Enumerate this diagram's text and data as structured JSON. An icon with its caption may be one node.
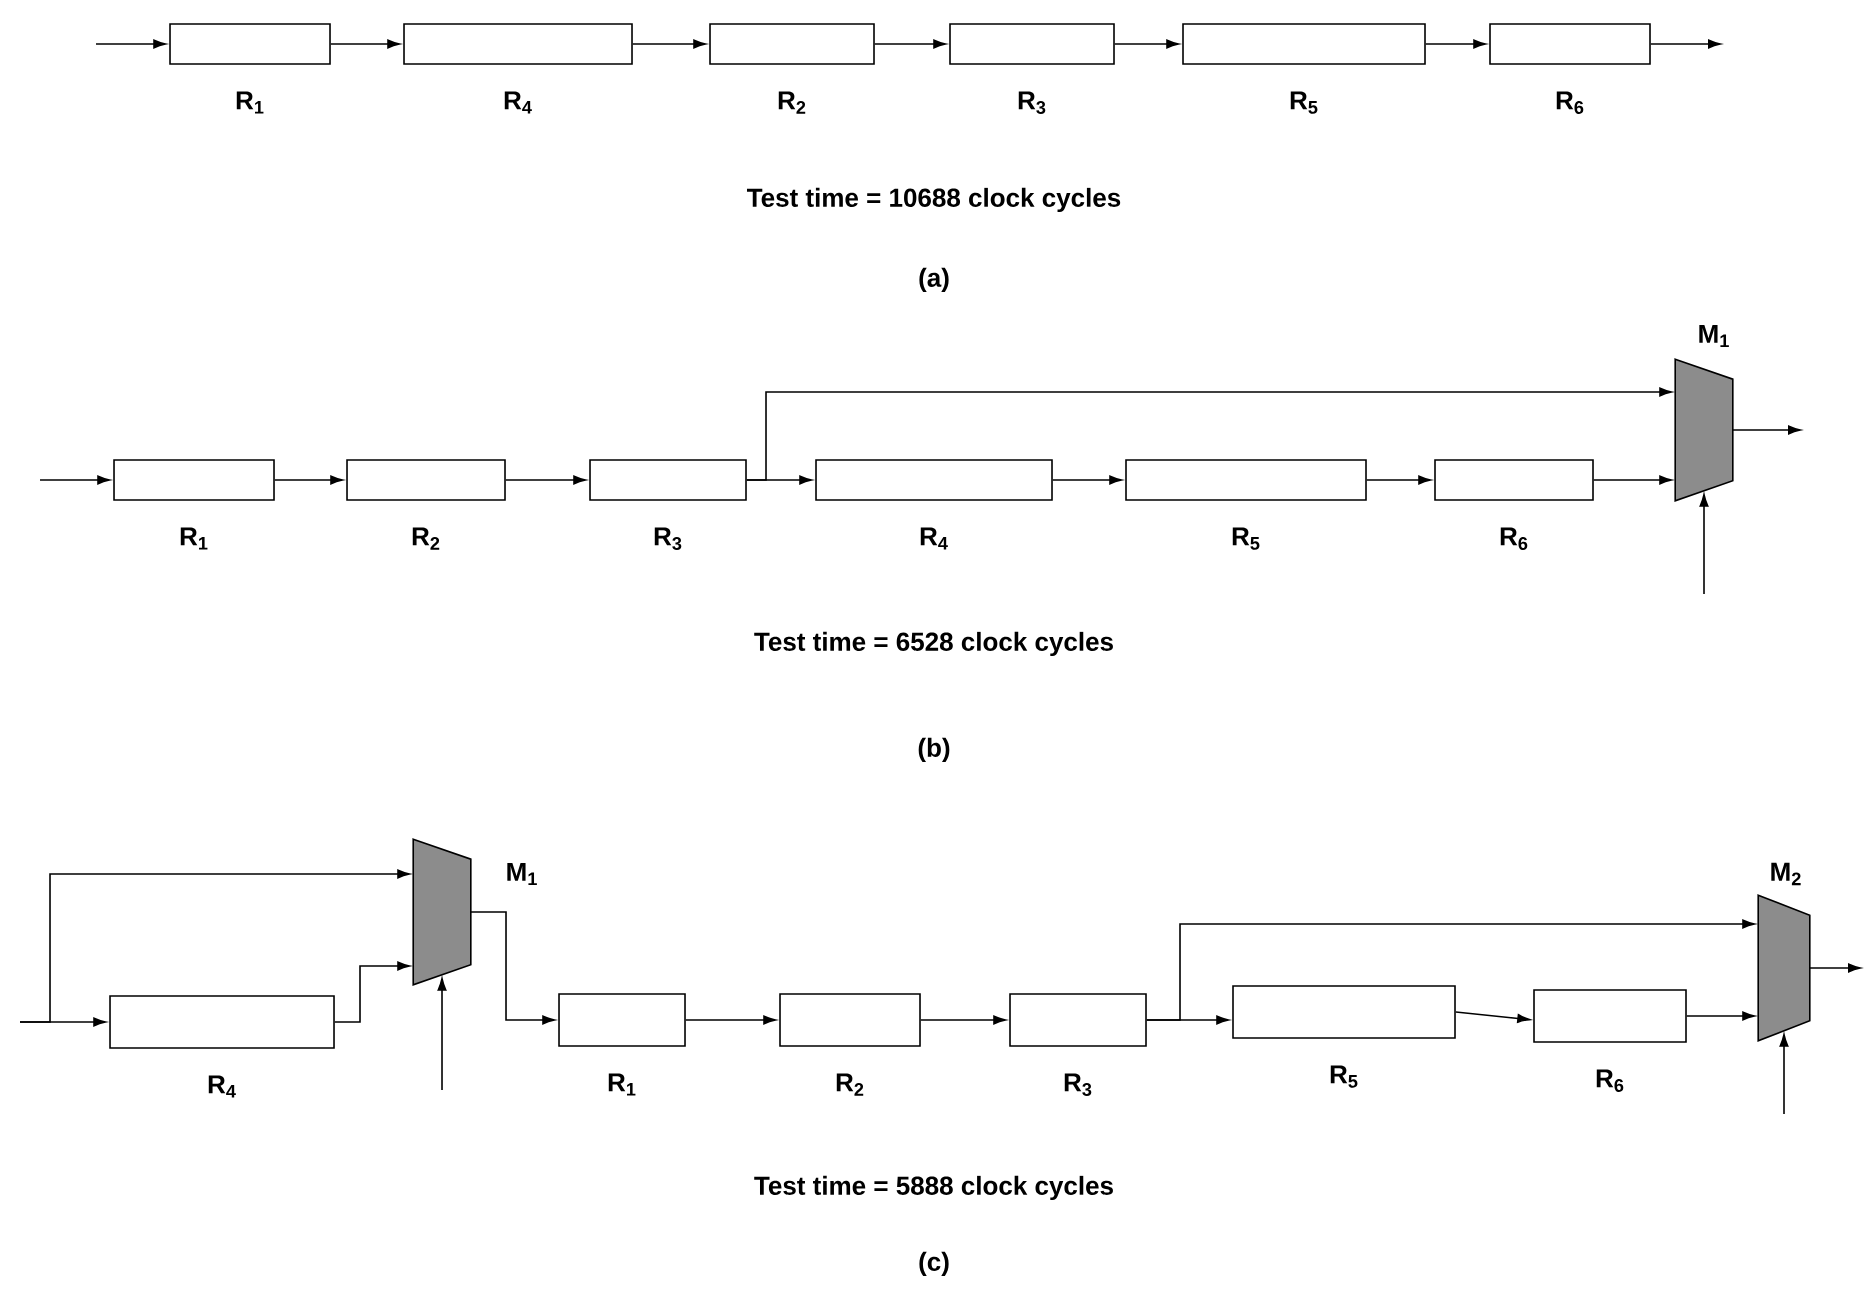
{
  "diagram": {
    "nodes": [
      {
        "text": [
          "R$_{1}$"
        ]
      },
      {
        "text": [
          "R$_{4}$"
        ]
      },
      {
        "text": [
          "R$_{2}$"
        ]
      },
      {
        "text": [
          "R$_{3}$"
        ]
      },
      {
        "text": [
          "R$_{5}$"
        ]
      },
      {
        "text": [
          "R$_{6}$"
        ]
      },
      {
        "text": [
          "R$_{1}$"
        ]
      },
      {
        "text": [
          "R$_{2}$"
        ]
      },
      {
        "text": [
          "R$_{3}$"
        ]
      },
      {
        "text": [
          "R$_{4}$"
        ]
      },
      {
        "text": [
          "R$_{5}$"
        ]
      },
      {
        "text": [
          "R$_{6}$"
        ]
      },
      {
        "text": [
          "M$_{1}$"
        ]
      },
      {
        "text": [
          "R$_{4}$"
        ]
      },
      {
        "text": [
          "M$_{1}$"
        ]
      },
      {
        "text": [
          "R$_{1}$"
        ]
      },
      {
        "text": [
          "R$_{2}$"
        ]
      },
      {
        "text": [
          "R$_{3}$"
        ]
      },
      {
        "text": [
          "R$_{5}$"
        ]
      },
      {
        "text": [
          "R$_{6}$"
        ]
      },
      {
        "text": [
          "M$_{2}$"
        ]
      }
    ],
    "edges": [
      {
        "from": null,
        "to": 0,
        "arrow": "to"
      },
      {
        "from": 0,
        "to": 1,
        "arrow": "to"
      },
      {
        "from": 1,
        "to": 2,
        "arrow": "to"
      },
      {
        "from": 2,
        "to": 3,
        "arrow": "to"
      },
      {
        "from": 3,
        "to": 4,
        "arrow": "to"
      },
      {
        "from": 4,
        "to": 5,
        "arrow": "to"
      },
      {
        "from": 5,
        "to": null,
        "arrow": "to"
      },
      {
        "from": null,
        "to": 6,
        "arrow": "to"
      },
      {
        "from": 6,
        "to": 7,
        "arrow": "to"
      },
      {
        "from": 7,
        "to": 8,
        "arrow": "to"
      },
      {
        "from": 8,
        "to": 9,
        "arrow": "to"
      },
      {
        "from": 8,
        "to": 12,
        "arrow": "to"
      },
      {
        "from": 9,
        "to": 10,
        "arrow": "to"
      },
      {
        "from": 10,
        "to": 11,
        "arrow": "to"
      },
      {
        "from": 11,
        "to": 12,
        "arrow": "to"
      },
      {
        "from": 12,
        "to": null,
        "arrow": "to"
      },
      {
        "from": null,
        "to": 12,
        "arrow": "to"
      },
      {
        "from": null,
        "to": 13,
        "arrow": "to"
      },
      {
        "from": null,
        "to": 14,
        "arrow": "to"
      },
      {
        "from": 13,
        "to": 14,
        "arrow": "to"
      },
      {
        "from": 14,
        "to": 15,
        "arrow": "to"
      },
      {
        "from": null,
        "to": 14,
        "arrow": "to"
      },
      {
        "from": 15,
        "to": 16,
        "arrow": "to"
      },
      {
        "from": 16,
        "to": 17,
        "arrow": "to"
      },
      {
        "from": 17,
        "to": 18,
        "arrow": "to"
      },
      {
        "from": 17,
        "to": 20,
        "arrow": "to"
      },
      {
        "from": 18,
        "to": 19,
        "arrow": "to"
      },
      {
        "from": 19,
        "to": 20,
        "arrow": "to"
      },
      {
        "from": 20,
        "to": null,
        "arrow": "to"
      },
      {
        "from": null,
        "to": 20,
        "arrow": "to"
      }
    ],
    "labels": [
      "Test time = 10688 clock cycles",
      "(a)",
      "Test time = 6528 clock cycles",
      "(b)",
      "Test time = 5888 clock cycles",
      "(c)"
    ]
  }
}
